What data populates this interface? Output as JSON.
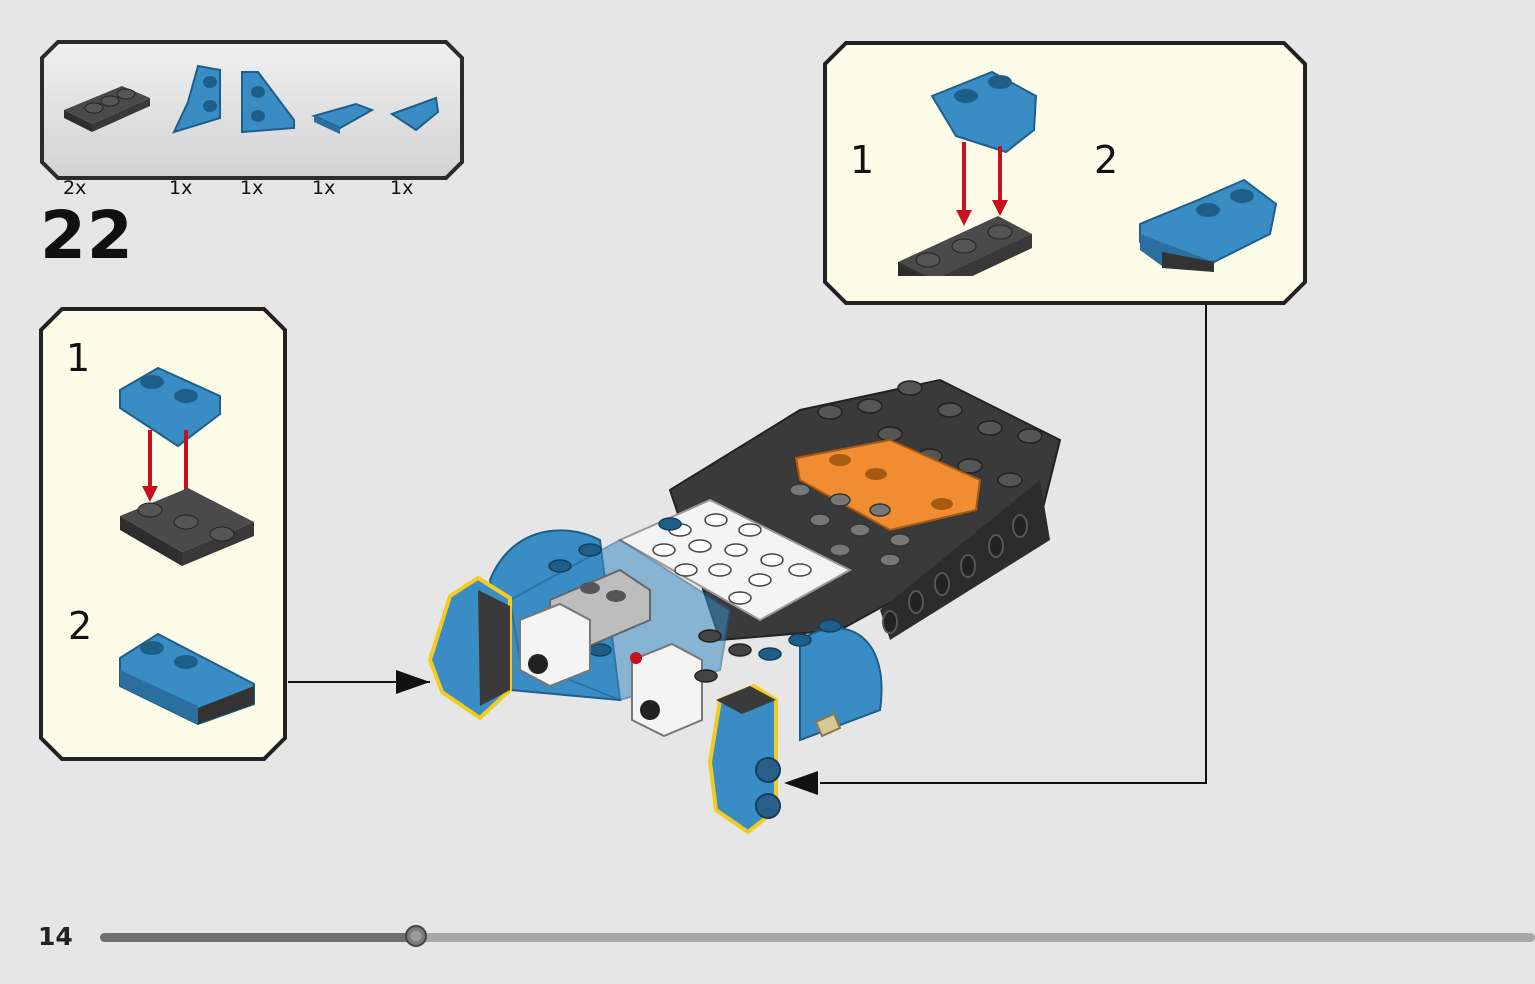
{
  "parts_list": {
    "quantities": [
      "2x",
      "1x",
      "1x",
      "1x",
      "1x"
    ]
  },
  "step": {
    "number": "22"
  },
  "callout_left": {
    "sub_steps": [
      "1",
      "2"
    ]
  },
  "callout_right": {
    "sub_steps": [
      "1",
      "2"
    ]
  },
  "footer": {
    "page_number": "14",
    "progress": 0.22
  },
  "colors": {
    "page_bg": "#e6e6e6",
    "callout_bg": "#fdfce8",
    "brick_blue": "#3a8cc4",
    "brick_dark": "#3c3c3c",
    "brick_white": "#f4f4f4",
    "brick_orange": "#f08c32",
    "arrow_red": "#c8101e",
    "highlight_yellow": "#f2cc20"
  },
  "icons": [
    "plate-1x3-icon",
    "wedge-plate-left-icon",
    "wedge-plate-right-icon",
    "wedge-slope-icon",
    "wedge-slope-small-icon",
    "chassis-assembly-icon"
  ]
}
